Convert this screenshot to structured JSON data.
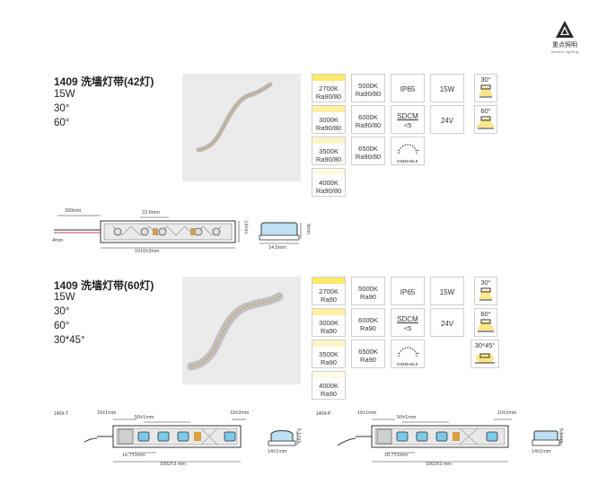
{
  "logo": {
    "cn": "重点照明",
    "en": "Accent Lighting"
  },
  "product1": {
    "title": "1409 洗墙灯带(42灯)",
    "specs": [
      "15W",
      "30°",
      "60°"
    ],
    "cct": [
      {
        "k": "2700K",
        "ra": "Ra90/80",
        "color": "#fce96a"
      },
      {
        "k": "3000K",
        "ra": "Ra90/80",
        "color": "#fdf0a2"
      },
      {
        "k": "3500K",
        "ra": "Ra90/80",
        "color": "#fdf5c8"
      },
      {
        "k": "4000K",
        "ra": "Ra90/80",
        "color": "#fefae6"
      },
      {
        "k": "5000K",
        "ra": "Ra90/80",
        "color": "#ffffff"
      },
      {
        "k": "6000K",
        "ra": "Ra90/80",
        "color": "#eef6fc"
      },
      {
        "k": "6500K",
        "ra": "Ra90/80",
        "color": "#e2f0fb"
      }
    ],
    "ip": "IP65",
    "sdcm": {
      "top": "SDCM",
      "bottom": "<5"
    },
    "dimmable": "DIMMABLE",
    "power": "15W",
    "voltage": "24V",
    "angles": [
      "30°",
      "60°"
    ],
    "dims": {
      "lead": "200mm",
      "pitch": "23.8mm",
      "length": "1010±3mm",
      "height": "14mm",
      "wire": "4mm",
      "width": "14.5mm",
      "depth": "9mm"
    }
  },
  "product2": {
    "title": "1409 洗墙灯带(60灯)",
    "specs": [
      "15W",
      "30°",
      "60°",
      "30*45°"
    ],
    "cct": [
      {
        "k": "2700K",
        "ra": "Ra90",
        "color": "#fce96a"
      },
      {
        "k": "3000K",
        "ra": "Ra90",
        "color": "#fdf0a2"
      },
      {
        "k": "3500K",
        "ra": "Ra90",
        "color": "#fdf5c8"
      },
      {
        "k": "4000K",
        "ra": "Ra90",
        "color": "#fefae6"
      },
      {
        "k": "5000K",
        "ra": "Ra90",
        "color": "#ffffff"
      },
      {
        "k": "6000K",
        "ra": "Ra90",
        "color": "#eef6fc"
      },
      {
        "k": "6500K",
        "ra": "Ra90",
        "color": "#e2f0fb"
      }
    ],
    "ip": "IP65",
    "sdcm": {
      "top": "SDCM",
      "bottom": "<5"
    },
    "dimmable": "DIMMABLE",
    "power": "15W",
    "voltage": "24V",
    "angles": [
      "30°",
      "60°",
      "30*45°"
    ],
    "drawT": {
      "tag": "1409-T",
      "end": "16±1mm",
      "pitch": "50±1mm",
      "cap": "10±2mm",
      "seg": "16.7±1mm",
      "length": "1002±3 mm",
      "width": "14±1mm",
      "height": "9.1mm"
    },
    "drawP": {
      "tag": "1409-P",
      "end": "16±1mm",
      "pitch": "50±1mm",
      "cap": "10±2mm",
      "seg": "16.7±1mm",
      "length": "1002±3 mm",
      "width": "14±1mm",
      "height": "9.1mm"
    }
  }
}
